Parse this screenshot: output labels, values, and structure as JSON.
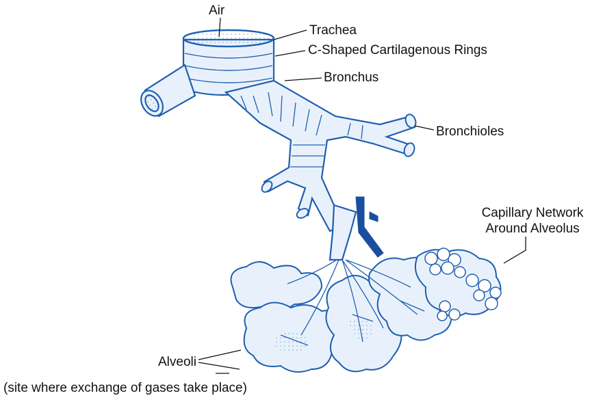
{
  "diagram": {
    "labels": {
      "air": "Air",
      "trachea": "Trachea",
      "rings": "C-Shaped Cartilagenous Rings",
      "bronchus": "Bronchus",
      "bronchioles": "Bronchioles",
      "capillary_line1": "Capillary Network",
      "capillary_line2": "Around Alveolus",
      "alveoli": "Alveoli",
      "alveoli_note": "(site where exchange of gases take place)"
    },
    "colors": {
      "stroke": "#1f5fb0",
      "fill": "#e8f1fb",
      "dark": "#1a4fa0",
      "text": "#111111"
    }
  }
}
